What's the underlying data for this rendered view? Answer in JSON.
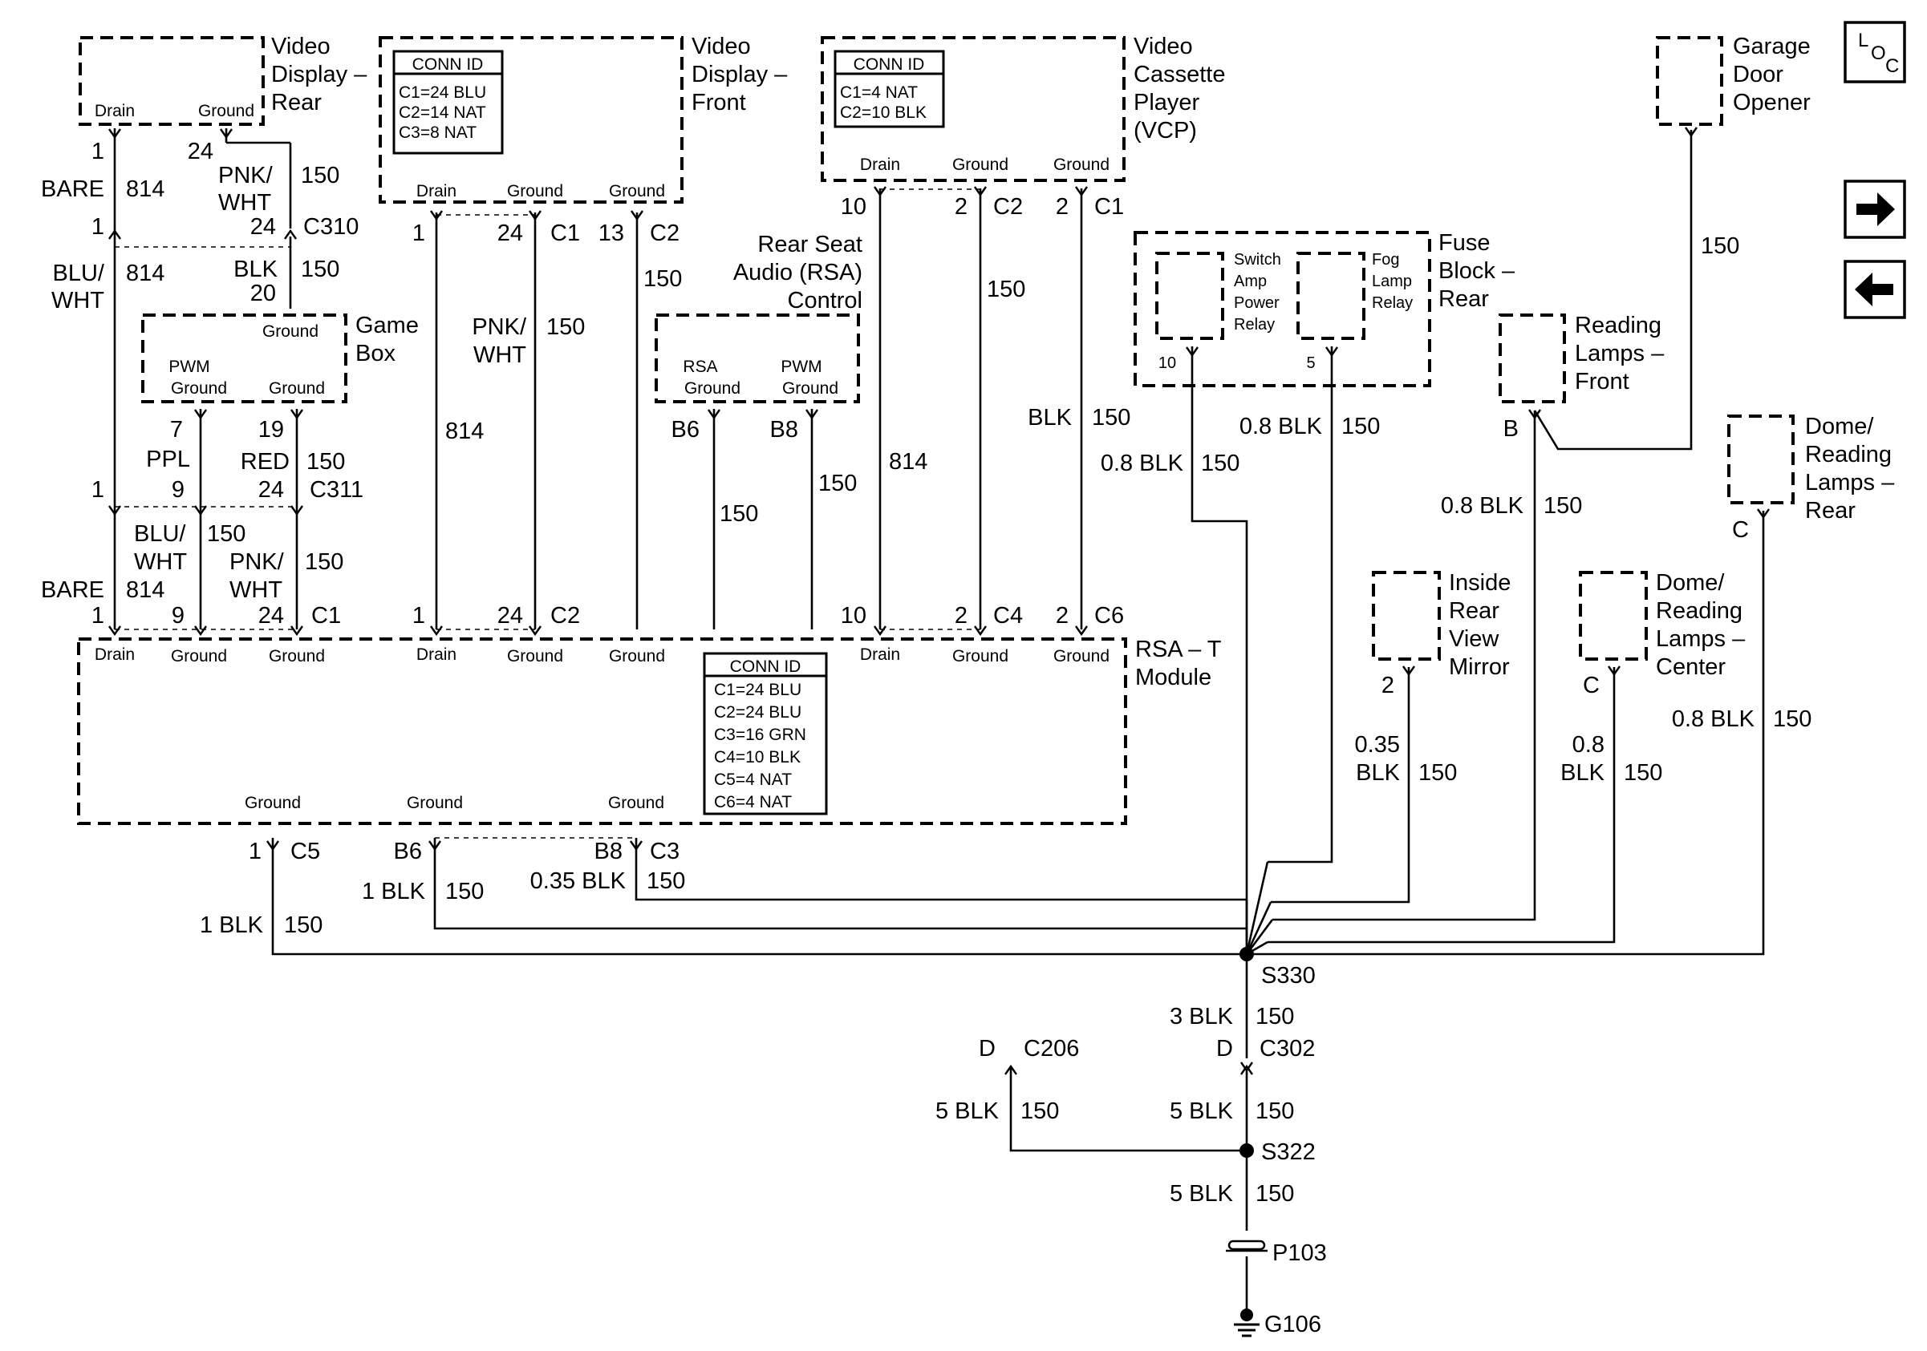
{
  "components": {
    "video_display_rear": [
      "Video",
      "Display –",
      "Rear"
    ],
    "video_display_front": [
      "Video",
      "Display –",
      "Front"
    ],
    "vcp": [
      "Video",
      "Cassette",
      "Player",
      "(VCP)"
    ],
    "garage_door": [
      "Garage",
      "Door",
      "Opener"
    ],
    "game_box": [
      "Game",
      "Box"
    ],
    "rsa_control": [
      "Rear Seat",
      "Audio (RSA)",
      "Control"
    ],
    "fuse_block": [
      "Fuse",
      "Block –",
      "Rear"
    ],
    "switch_amp_relay": [
      "Switch",
      "Amp",
      "Power",
      "Relay"
    ],
    "fog_lamp_relay": [
      "Fog",
      "Lamp",
      "Relay"
    ],
    "reading_front": [
      "Reading",
      "Lamps –",
      "Front"
    ],
    "dome_rear": [
      "Dome/",
      "Reading",
      "Lamps –",
      "Rear"
    ],
    "inside_mirror": [
      "Inside",
      "Rear",
      "View",
      "Mirror"
    ],
    "dome_center": [
      "Dome/",
      "Reading",
      "Lamps –",
      "Center"
    ],
    "rsa_module": [
      "RSA – T",
      "Module"
    ]
  },
  "conn_ids": {
    "title": "CONN ID",
    "video_display_front": [
      "C1=24 BLU",
      "C2=14 NAT",
      "C3=8 NAT"
    ],
    "vcp": [
      "C1=4 NAT",
      "C2=10 BLK"
    ],
    "rsa_module": [
      "C1=24 BLU",
      "C2=24 BLU",
      "C3=16 GRN",
      "C4=10 BLK",
      "C5=4 NAT",
      "C6=4 NAT"
    ]
  },
  "pin_labels": {
    "drain": "Drain",
    "ground": "Ground",
    "pwm": "PWM",
    "pwm_ground": "PWM Ground",
    "rsa_ground": "RSA Ground",
    "rsa": "RSA"
  },
  "connectors": {
    "c310": "C310",
    "c311": "C311",
    "c1": "C1",
    "c2": "C2",
    "c3": "C3",
    "c4": "C4",
    "c5": "C5",
    "c6": "C6",
    "c206": "C206",
    "c302": "C302"
  },
  "pins": {
    "p1": "1",
    "p2": "2",
    "p5": "5",
    "p7": "7",
    "p9": "9",
    "p10": "10",
    "p13": "13",
    "p19": "19",
    "p20": "20",
    "p24": "24",
    "b": "B",
    "c": "C",
    "d": "D",
    "b6": "B6",
    "b8": "B8"
  },
  "wires": {
    "bare": "BARE",
    "c814": "814",
    "c150": "150",
    "pnk_wht": [
      "PNK/",
      "WHT"
    ],
    "blu_wht": [
      "BLU/",
      "WHT"
    ],
    "blk": "BLK",
    "ppl": "PPL",
    "red": "RED",
    "blk_08": "0.8 BLK",
    "blk_035": "0.35 BLK",
    "blk_1": "1 BLK",
    "blk_3": "3 BLK",
    "blk_5": "5 BLK",
    "blk_035_split": [
      "0.35",
      "BLK"
    ],
    "blk_08_split": [
      "0.8",
      "BLK"
    ]
  },
  "splices": {
    "s330": "S330",
    "s322": "S322"
  },
  "ground_refs": {
    "p103": "P103",
    "g106": "G106"
  },
  "nav": {
    "loc_icon": "LOC",
    "next_icon": "arrow-right",
    "prev_icon": "arrow-left"
  }
}
